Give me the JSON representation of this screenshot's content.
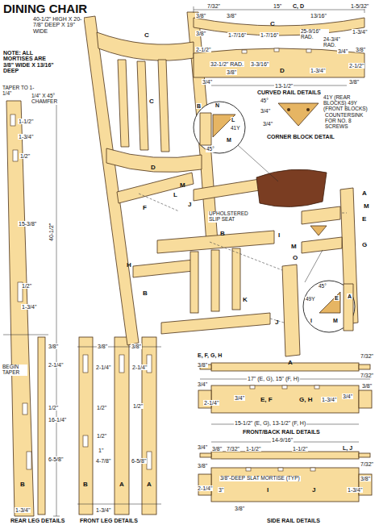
{
  "diagram": {
    "title": "DINING CHAIR",
    "labels": [
      "40-1/2\" HIGH X 20-7/8\" DEEP X 19\" WIDE",
      "NOTE: ALL MORTISES ARE 3/8\" WIDE X 13/16\" DEEP",
      "TAPER TO 1-1/4\"",
      "1/4\" X 45° CHAMFER",
      "1-1/2\"",
      "1-3/4\"",
      "1/2\"",
      "40-1/2\"",
      "15-3/8\"",
      "1/2\"",
      "1-3/4\"",
      "BEGIN TAPER",
      "3/8\"",
      "2-1/4\"",
      "1/2\"",
      "16-1/4\"",
      "6-5/8\"",
      "B",
      "1-3/4\"",
      "REAR LEG DETAILS",
      "3/8\"",
      "2-1/4\"",
      "1/2\"",
      "1/2\"",
      "1\"",
      "4-7/8\"",
      "B",
      "3/8\"",
      "2-1/4\"",
      "1/2\"",
      "6-5/8\"",
      "A",
      "A",
      "1-3/4\"",
      "FRONT LEG DETAILS",
      "C",
      "C",
      "D",
      "M",
      "J",
      "F",
      "B",
      "H",
      "B",
      "I",
      "K",
      "J",
      "A",
      "A",
      "M",
      "E",
      "M",
      "O",
      "G",
      "UPHOLSTERED SLIP SEAT",
      "L",
      "N",
      "B",
      "L",
      "M",
      "45°",
      "41Y",
      "45°",
      "41Y (REAR BLOCKS) 49Y (FRONT BLOCKS)",
      "3/4\"",
      "3/4\"",
      "COUNTERSINK FOR NO. 8 SCREWS",
      "CORNER BLOCK DETAIL",
      "15\"",
      "3/8\"",
      "7/32\"",
      "3/8\"",
      "C, D",
      "13/16\"",
      "1-5/32\"",
      "3/8\"",
      "1-7/16\"",
      "1-7/16\"",
      "25-9/16\" RAD.",
      "24-3/4\" RAD.",
      "1-3/4\"",
      "C",
      "2-1/2\"",
      "32-1/2\" RAD.",
      "3-3/16\"",
      "3/8\"",
      "D",
      "1-3/4\"",
      "2-1/2\"",
      "3/4\"",
      "3/8\"",
      "3/4\"",
      "3/8\"",
      "13-1/2\"",
      "CURVED RAIL DETAILS",
      "A",
      "E",
      "45°",
      "I",
      "M",
      "49Y",
      "E, F, G, H",
      "3/8\"",
      "7/32\"",
      "17\" (E, G), 15\" (F, H)",
      "7/32\"",
      "3/4\"",
      "2-1/4\"",
      "3/4\"",
      "E, F",
      "G, H",
      "1-3/4\"",
      "3/4\"",
      "3/8\"",
      "15-1/2\" (E, G), 13-1/2\" (F, H)",
      "FRONT/BACK RAIL DETAILS",
      "14-9/16\"",
      "1-1/2\"",
      "1-1/2\"",
      "3/4\"",
      "3/8\"",
      "7/32\"",
      "L, J",
      "7/32\"",
      "3/8\"",
      "2-1/4\"",
      "3\"",
      "3/8\"-DEEP SLAT MORTISE (TYP)",
      "I",
      "J",
      "1-3/4\"",
      "3/8\"",
      "3/8\"",
      "SIDE RAIL DETAILS"
    ]
  }
}
